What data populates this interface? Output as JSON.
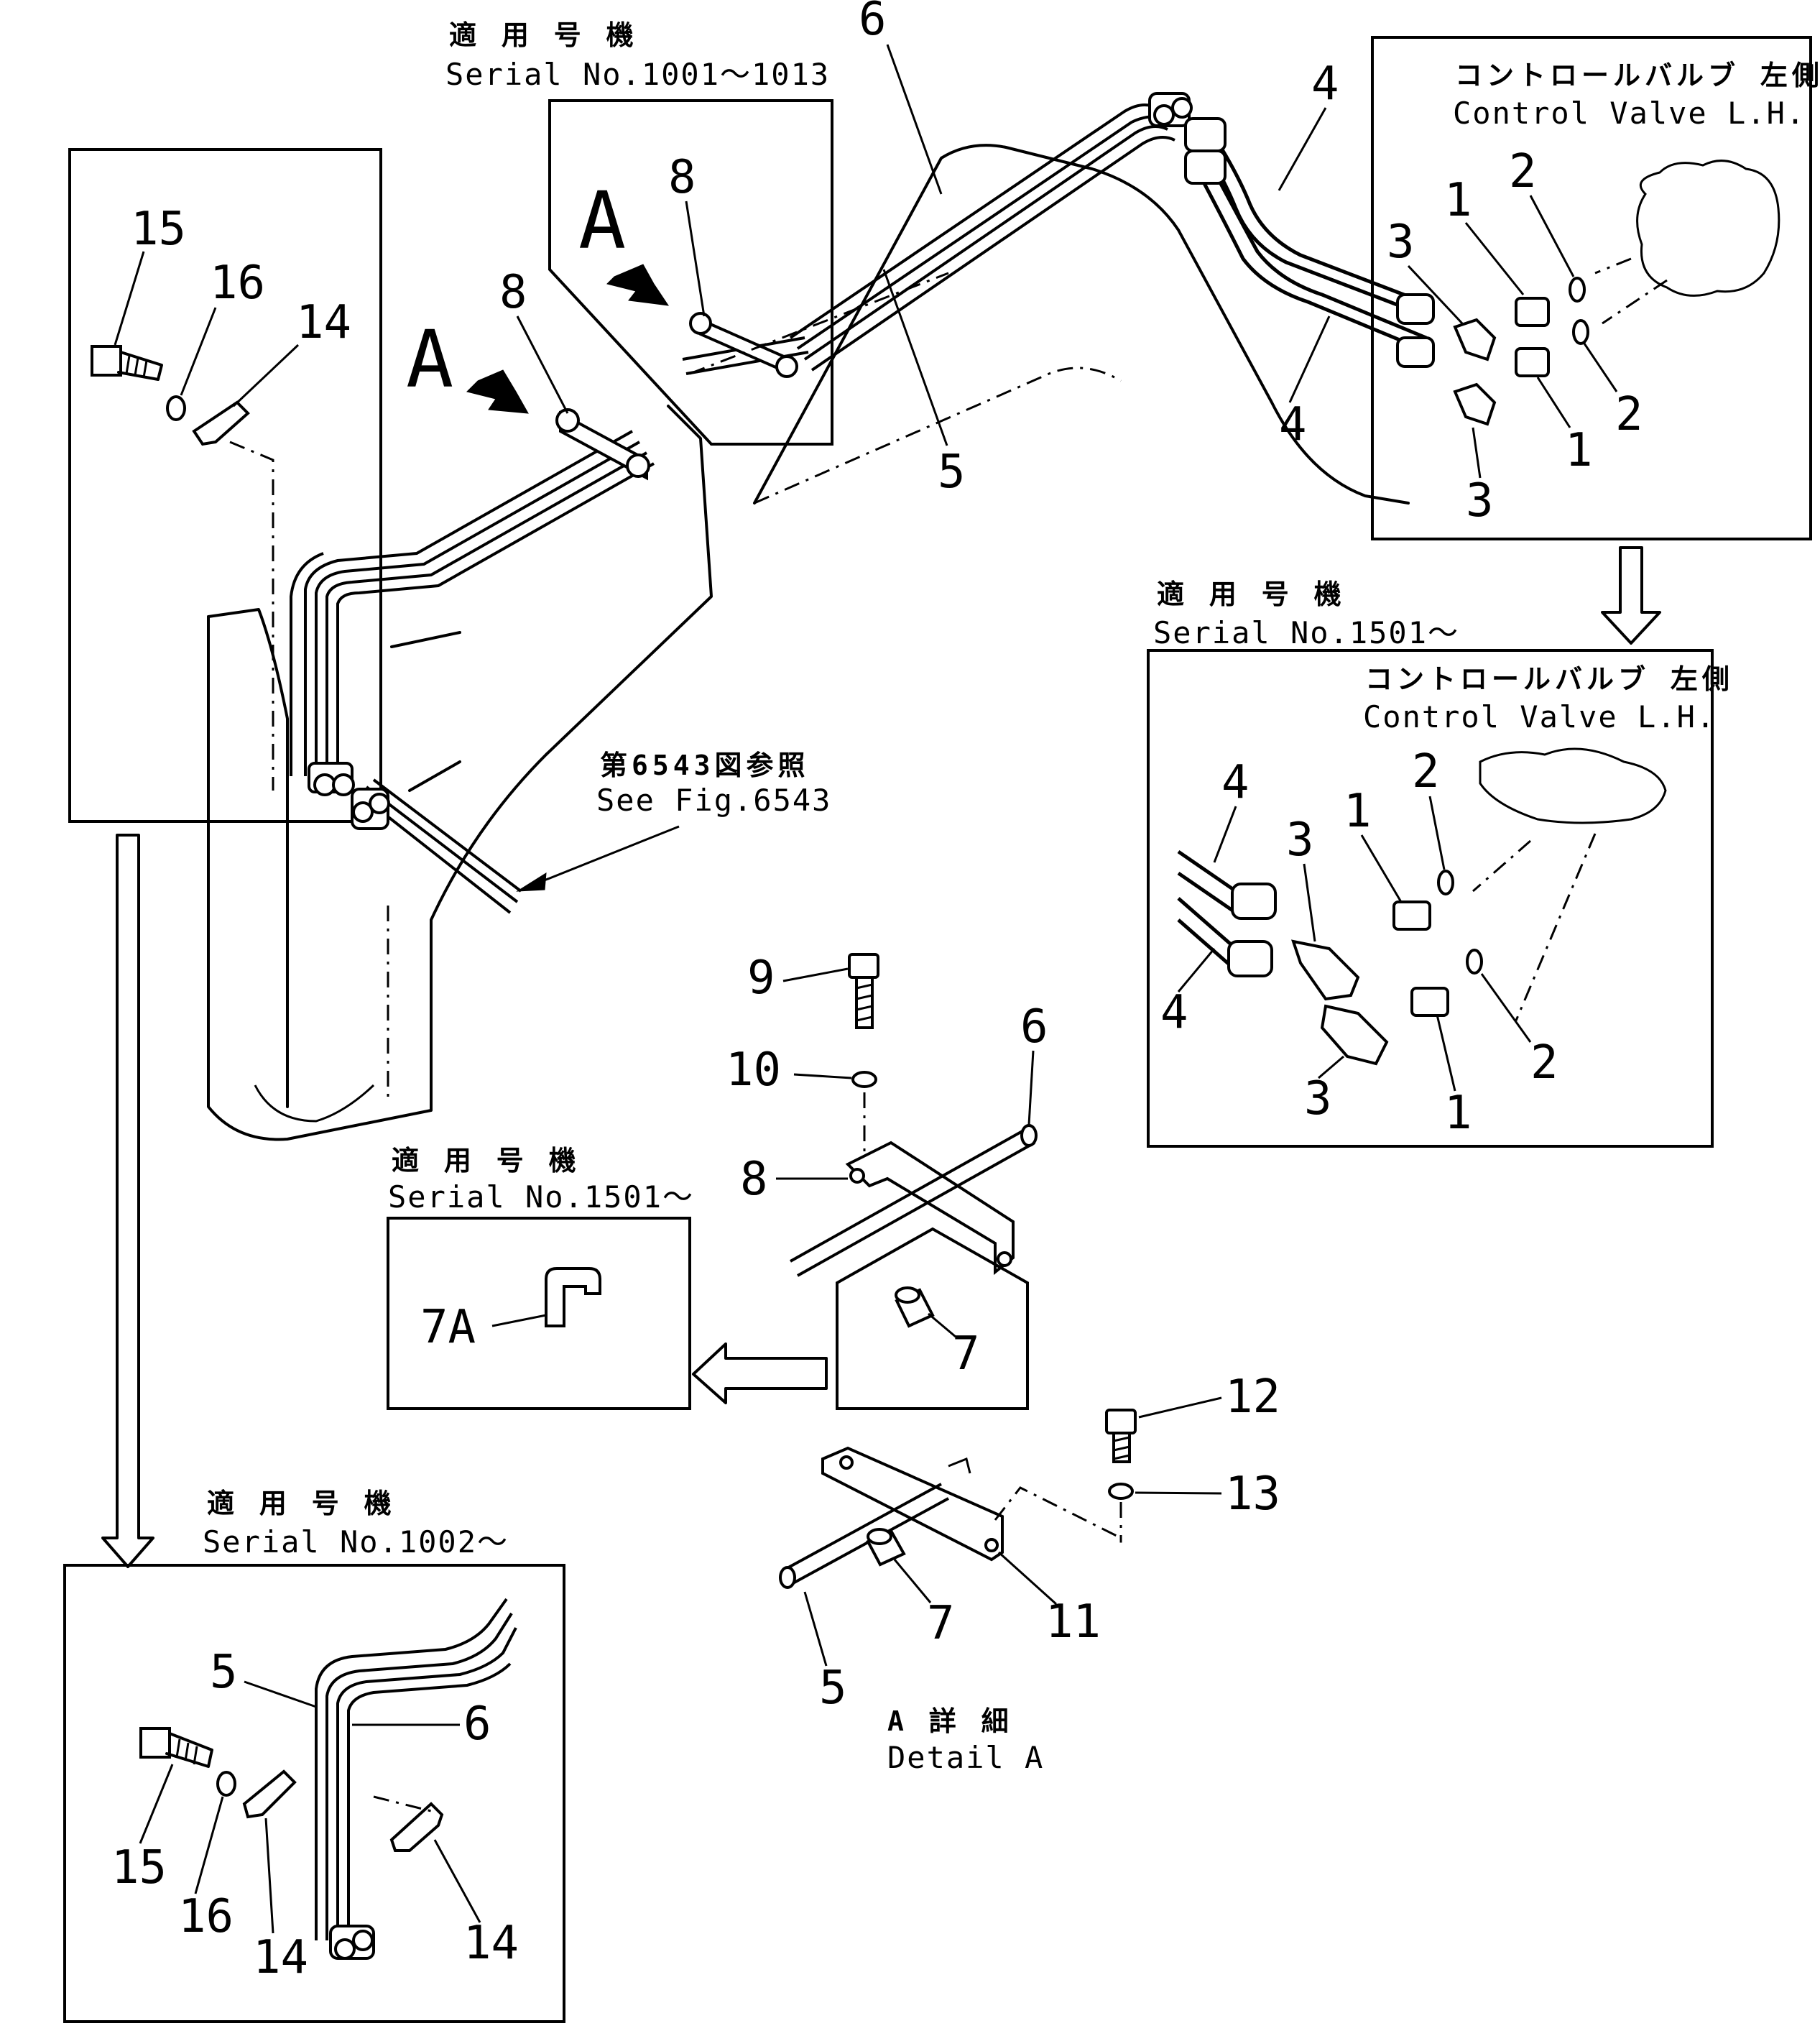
{
  "texts": {
    "top_jp": "適 用 号 機",
    "top_serial": "Serial No.1001～1013",
    "cv1_jp": "コントロールバルブ 左側",
    "cv1_en": "Control Valve L.H.",
    "mid_jp": "適 用 号 機",
    "mid_serial": "Serial No.1501～",
    "cv2_jp": "コントロールバルブ 左側",
    "cv2_en": "Control Valve L.H.",
    "ref_jp": "第6543図参照",
    "ref_en": "See Fig.6543",
    "box7_jp": "適 用 号 機",
    "box7_serial": "Serial No.1501～",
    "bl_jp": "適 用 号 機",
    "bl_serial": "Serial No.1002～",
    "detail_jp": "A 詳 細",
    "detail_en": "Detail A",
    "view_a": "A"
  },
  "labels": {
    "n1": "1",
    "n2": "2",
    "n3": "3",
    "n4": "4",
    "n5": "5",
    "n6": "6",
    "n7": "7",
    "n7a": "7A",
    "n8": "8",
    "n9": "9",
    "n10": "10",
    "n11": "11",
    "n12": "12",
    "n13": "13",
    "n14": "14",
    "n15": "15",
    "n16": "16"
  }
}
